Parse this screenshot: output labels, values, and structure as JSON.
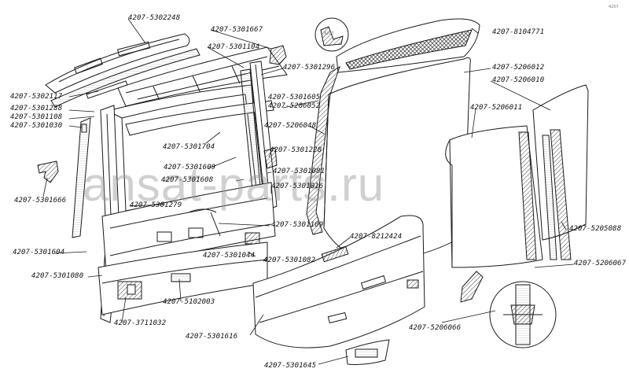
{
  "watermark": "ansat-parts.ru",
  "corner_mark": "4207",
  "inset_mark": "4207",
  "colors": {
    "ink": "#1a1a1a",
    "background": "#ffffff",
    "watermark": "#9a9a9a"
  },
  "labels": {
    "p5302248": "4207-5302248",
    "p5301667": "4207-5301667",
    "p5301104": "4207-5301104",
    "p8104771": "4207-8104771",
    "p5301296": "4207-5301296",
    "p5206012": "4207-5206012",
    "p5206010": "4207-5206010",
    "p5302117": "4207-5302117",
    "p5301288": "4207-5301288",
    "p5301108": "4207-5301108",
    "p5301030": "4207-5301030",
    "p5301605": "4207-5301605",
    "p5206052": "4207-5206052",
    "p5206048": "4207-5206048",
    "p5206011": "4207-5206011",
    "p5301704": "4207-5301704",
    "p5301228": "4207-5301228",
    "p5301609": "4207-5301609",
    "p5301608": "4207-5301608",
    "p5301081": "4207-5301081",
    "p5301016": "4207-5301016",
    "p5301666": "4207-5301666",
    "p5301279": "4207-5301279",
    "p5301109": "4207-5301109",
    "p8212424": "4207-8212424",
    "p5205088": "4207-5205088",
    "p5301604": "4207-5301604",
    "p5301044": "4207-5301044",
    "p5301082": "4207-5301082",
    "p5206067": "4207-5206067",
    "p5301080": "4207-5301080",
    "p5102003": "4207-5102003",
    "p3711032": "4207-3711032",
    "p5206066": "4207-5206066",
    "p5301616": "4207-5301616",
    "p5301645": "4207-5301645"
  }
}
